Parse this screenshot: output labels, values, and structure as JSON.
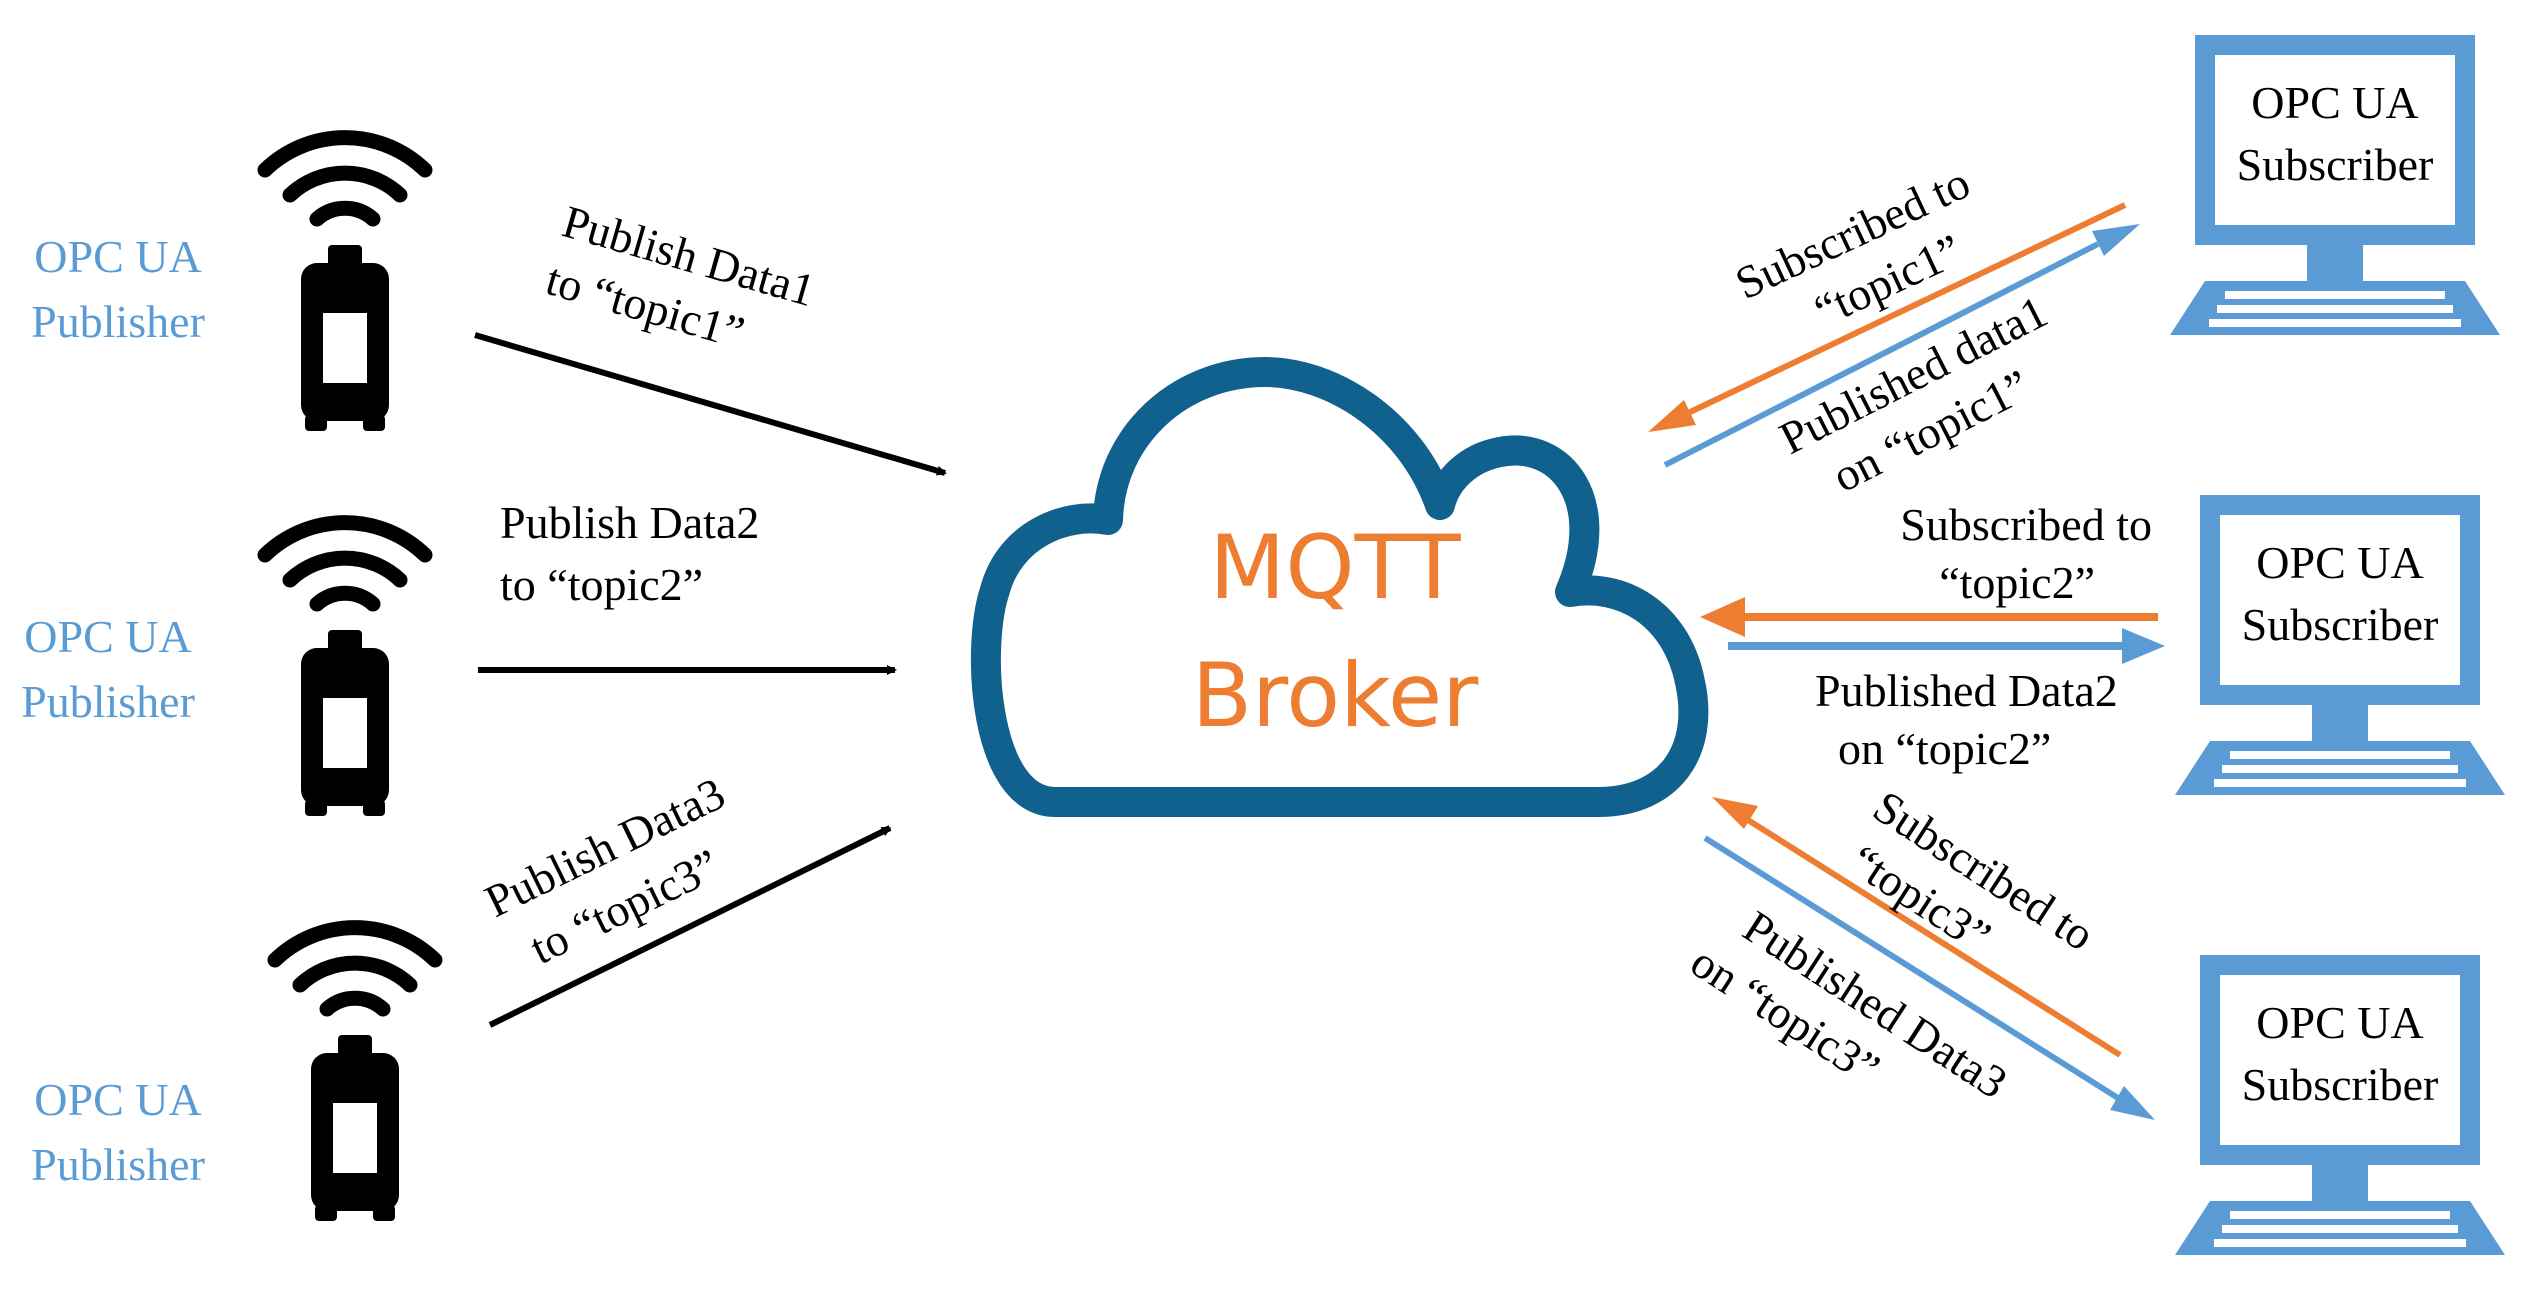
{
  "colors": {
    "publisher_label": "#5b9bd5",
    "device": "#000000",
    "cloud_stroke": "#11618f",
    "broker_text": "#ed7d31",
    "subscribe_arrow": "#ed7d31",
    "publish_arrow": "#5b9bd5",
    "computer": "#5b9bd5",
    "text": "#000000"
  },
  "publishers": [
    {
      "line1": "OPC UA",
      "line2": "Publisher",
      "icon": "wireless-sensor-icon"
    },
    {
      "line1": "OPC UA",
      "line2": "Publisher",
      "icon": "wireless-sensor-icon"
    },
    {
      "line1": "OPC UA",
      "line2": "Publisher",
      "icon": "wireless-sensor-icon"
    }
  ],
  "publish_labels": [
    {
      "line1": "Publish Data1",
      "line2": "to “topic1”"
    },
    {
      "line1": "Publish Data2",
      "line2": "to “topic2”"
    },
    {
      "line1": "Publish Data3",
      "line2": "to “topic3”"
    }
  ],
  "broker": {
    "line1": "MQTT",
    "line2": "Broker",
    "icon": "cloud-icon"
  },
  "subscribers": [
    {
      "line1": "OPC UA",
      "line2": "Subscriber",
      "icon": "computer-icon"
    },
    {
      "line1": "OPC UA",
      "line2": "Subscriber",
      "icon": "computer-icon"
    },
    {
      "line1": "OPC UA",
      "line2": "Subscriber",
      "icon": "computer-icon"
    }
  ],
  "subscribe_labels": [
    {
      "line1": "Subscribed to",
      "line2": "“topic1”"
    },
    {
      "line1": "Subscribed to",
      "line2": "“topic2”"
    },
    {
      "line1": "Subscribed to",
      "line2": "“topic3”"
    }
  ],
  "delivery_labels": [
    {
      "line1": "Published data1",
      "line2": "on “topic1”"
    },
    {
      "line1": "Published Data2",
      "line2": "on “topic2”"
    },
    {
      "line1": "Published Data3",
      "line2": "on “topic3”"
    }
  ]
}
